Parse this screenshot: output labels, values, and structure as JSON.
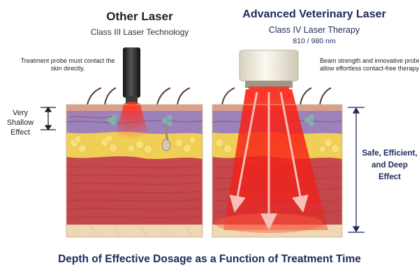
{
  "left_panel": {
    "title": "Other Laser",
    "subtitle": "Class III Laser Technology",
    "note": "Treatment probe must contact the skin directly.",
    "depth_label": "Very Shallow Effect"
  },
  "right_panel": {
    "title": "Advanced Veterinary Laser",
    "subtitle": "Class IV Laser Therapy",
    "wavelength": "810 / 980 nm",
    "note": "Beam strength and innovative probe allow effortless contact-free therapy.",
    "depth_label": "Safe, Efficient, and Deep Effect"
  },
  "footer": {
    "caption": "Depth of Effective Dosage as a Function of Treatment Time"
  },
  "colors": {
    "navy": "#1f2a5c",
    "laser_red": "#e3201b",
    "fat_yellow": "#f2d24a",
    "muscle_red": "#c8494c",
    "epidermis_purple": "#9a80b6"
  },
  "icons": [
    "black-laser-probe-icon",
    "white-laser-probe-icon",
    "hair-follicle-icon"
  ]
}
